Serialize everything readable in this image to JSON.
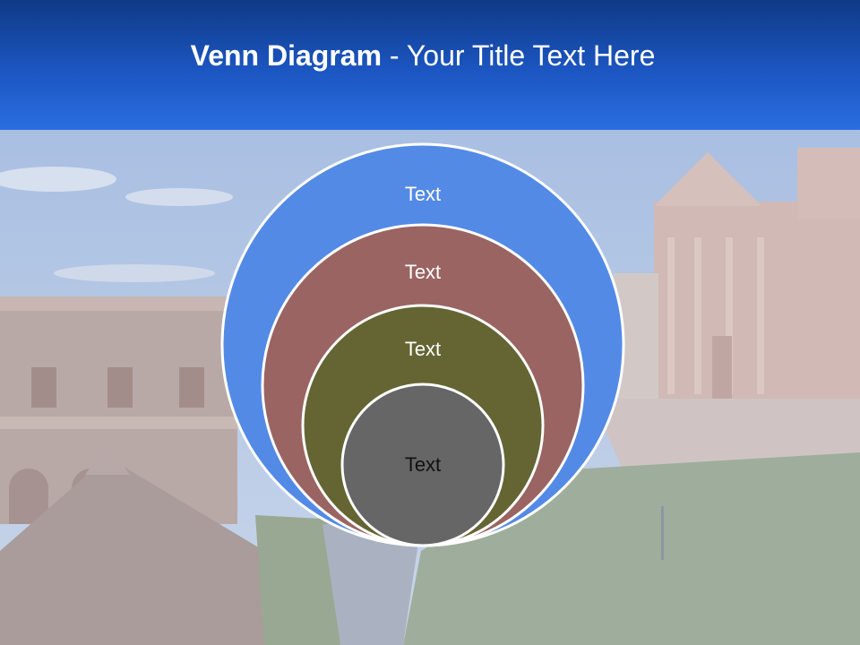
{
  "slide": {
    "title_bold": "Venn Diagram",
    "title_rest": " - Your Title Text Here"
  },
  "diagram": {
    "type": "nested-circles",
    "circles": [
      {
        "label": "Text",
        "fill": "#538ae6",
        "label_color": "#ffffff"
      },
      {
        "label": "Text",
        "fill": "#9a6462",
        "label_color": "#ffffff"
      },
      {
        "label": "Text",
        "fill": "#646533",
        "label_color": "#ffffff"
      },
      {
        "label": "Text",
        "fill": "#666666",
        "label_color": "#111111"
      }
    ],
    "outline_color": "#ffffff"
  },
  "colors": {
    "header_top": "#0f3a86",
    "header_bottom": "#2a6ee0",
    "title_text": "#ffffff"
  }
}
